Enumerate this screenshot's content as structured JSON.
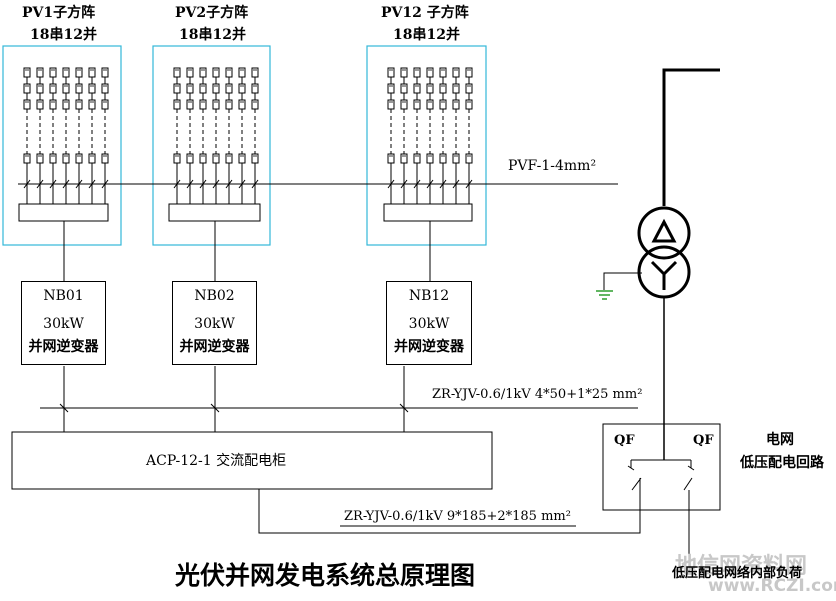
{
  "subarrays": [
    {
      "name": "PV1子方阵",
      "config": "18串12并"
    },
    {
      "name": "PV2子方阵",
      "config": "18串12并"
    },
    {
      "name": "PV12 子方阵",
      "config": "18串12并"
    }
  ],
  "inverters": [
    {
      "id": "NB01",
      "power": "30kW",
      "type": "并网逆变器"
    },
    {
      "id": "NB02",
      "power": "30kW",
      "type": "并网逆变器"
    },
    {
      "id": "NB12",
      "power": "30kW",
      "type": "并网逆变器"
    }
  ],
  "cables": {
    "dc": "PVF-1-4mm²",
    "ac_upper": "ZR-YJV-0.6/1kV 4*50+1*25 mm²",
    "ac_lower": "ZR-YJV-0.6/1kV 9*185+2*185 mm²"
  },
  "ac_cabinet": "ACP-12-1  交流配电柜",
  "breakers": [
    "QF",
    "QF"
  ],
  "grid": {
    "title": "电网",
    "subtitle": "低压配电回路"
  },
  "load": "低压配电网络内部负荷",
  "diagram_title": "光伏并网发电系统总原理图",
  "watermark": {
    "line1": "地信网资料网",
    "line2": "www.RCZI.com"
  },
  "colors": {
    "box_border": "#33b8d8",
    "ground": "#2e9e2e",
    "line": "#000000"
  }
}
